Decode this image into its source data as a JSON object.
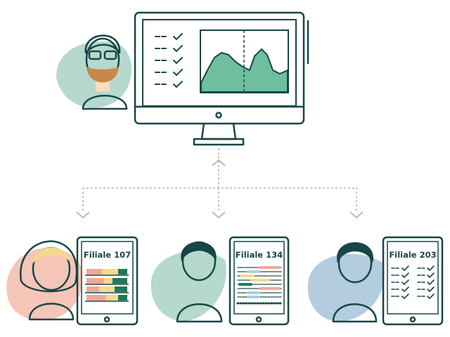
{
  "title": "Central dashboard distributed to branches",
  "branches": [
    {
      "label": "Filiale 107"
    },
    {
      "label": "Filiale 134"
    },
    {
      "label": "Filiale 203"
    }
  ],
  "colors": {
    "outline": "#174646",
    "green": "#1d7a5a",
    "light_green": "#b5d9cc",
    "blue": "#b3cce0",
    "pink": "#f0a898",
    "yellow": "#f5d98c",
    "skin": "#fbdcc0"
  }
}
